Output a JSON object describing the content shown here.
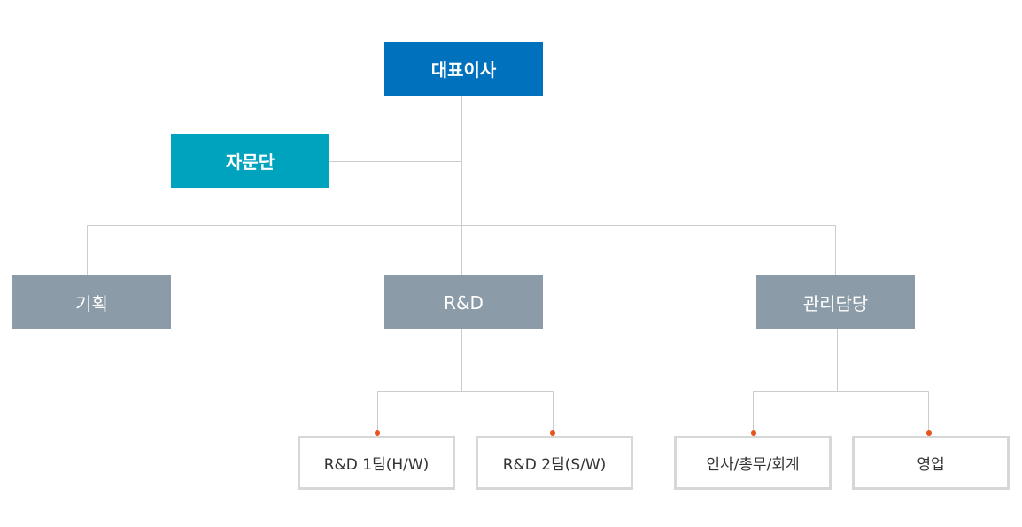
{
  "colors": {
    "ceo": "#0071bc",
    "advisory": "#00a3bd",
    "department": "#8b9ba7",
    "sub_border": "#d7d7d7",
    "connector": "#cccccc",
    "dot": "#e8541d"
  },
  "org": {
    "ceo": "대표이사",
    "advisory": "자문단",
    "departments": {
      "planning": "기획",
      "rnd": "R&D",
      "management": "관리담당"
    },
    "teams": {
      "rnd1": "R&D 1팀(H/W)",
      "rnd2": "R&D 2팀(S/W)",
      "hr": "인사/총무/회계",
      "sales": "영업"
    }
  }
}
